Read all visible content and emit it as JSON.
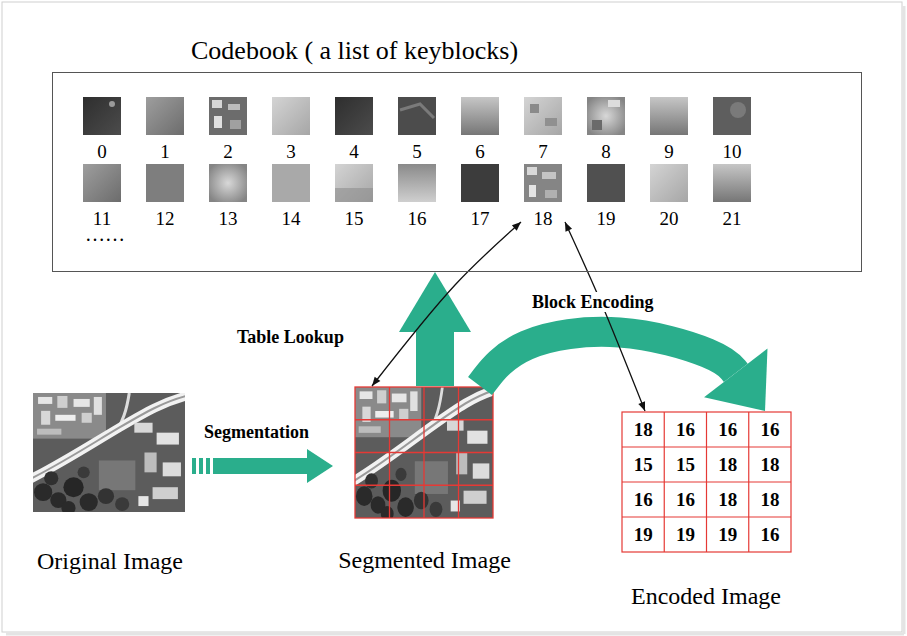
{
  "diagram": {
    "nodes": [
      {
        "text": [
          "Codebook ( a list of keyblocks)"
        ]
      },
      {
        "text": [
          "0"
        ],
        "in": 0
      },
      {
        "text": [
          "1"
        ],
        "in": 0
      },
      {
        "text": [
          "2"
        ],
        "in": 0
      },
      {
        "text": [
          "3"
        ],
        "in": 0
      },
      {
        "text": [
          "4"
        ],
        "in": 0
      },
      {
        "text": [
          "5"
        ],
        "in": 0
      },
      {
        "text": [
          "6"
        ],
        "in": 0
      },
      {
        "text": [
          "7"
        ],
        "in": 0
      },
      {
        "text": [
          "8"
        ],
        "in": 0
      },
      {
        "text": [
          "9"
        ],
        "in": 0
      },
      {
        "text": [
          "10"
        ],
        "in": 0
      },
      {
        "text": [
          "11"
        ],
        "in": 0
      },
      {
        "text": [
          "12"
        ],
        "in": 0
      },
      {
        "text": [
          "13"
        ],
        "in": 0
      },
      {
        "text": [
          "14"
        ],
        "in": 0
      },
      {
        "text": [
          "15"
        ],
        "in": 0
      },
      {
        "text": [
          "16"
        ],
        "in": 0
      },
      {
        "text": [
          "17"
        ],
        "in": 0
      },
      {
        "text": [
          "18"
        ],
        "in": 0
      },
      {
        "text": [
          "19"
        ],
        "in": 0
      },
      {
        "text": [
          "20"
        ],
        "in": 0
      },
      {
        "text": [
          "21"
        ],
        "in": 0
      },
      {
        "text": [
          "Original Image"
        ]
      },
      {
        "text": [
          "Segmented Image"
        ]
      },
      {
        "text": [
          "Encoded Image"
        ]
      }
    ],
    "edges": [
      {
        "from": 23,
        "to": 24,
        "arrow": "to",
        "label": "Segmentation"
      },
      {
        "from": 24,
        "to": 0,
        "arrow": "to",
        "label": "Table Lookup"
      },
      {
        "from": 24,
        "to": 25,
        "arrow": "to",
        "label": "Block Encoding"
      },
      {
        "from": 19,
        "to": 24,
        "arrow": "both"
      },
      {
        "from": 19,
        "to": 25,
        "arrow": "both"
      }
    ],
    "labels": [
      "……",
      "18",
      "16",
      "16",
      "16",
      "15",
      "15",
      "18",
      "18",
      "16",
      "16",
      "18",
      "18",
      "19",
      "19",
      "19",
      "16"
    ]
  }
}
